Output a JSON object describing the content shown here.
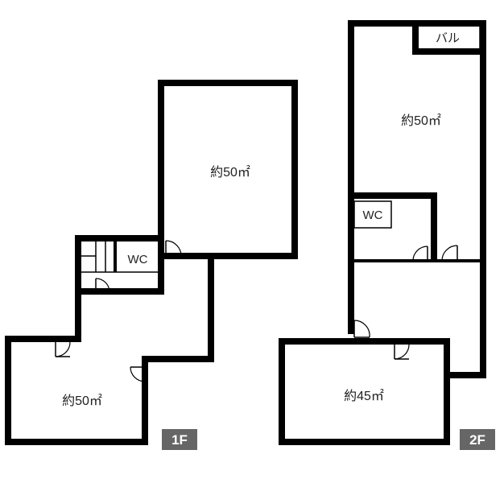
{
  "floor1": {
    "badge": "1F",
    "rooms": {
      "upper_area": "約50㎡",
      "lower_area": "約50㎡",
      "toilet": "WC"
    }
  },
  "floor2": {
    "badge": "2F",
    "rooms": {
      "upper_area": "約50㎡",
      "lower_area": "約45㎡",
      "toilet": "WC",
      "balcony": "バル"
    }
  },
  "colors": {
    "wall": "#000000",
    "badge_bg": "#666666",
    "badge_text": "#ffffff"
  }
}
